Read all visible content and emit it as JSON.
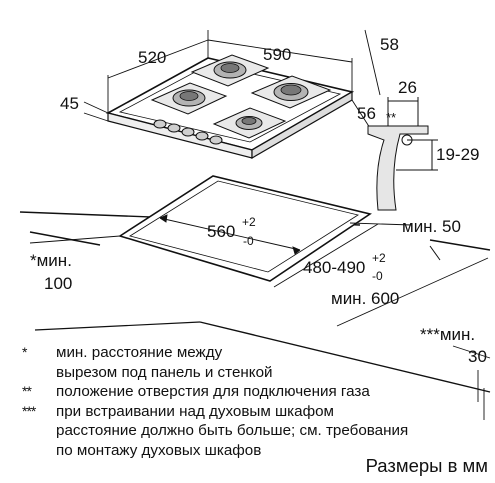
{
  "dimensions": {
    "width_520": "520",
    "width_590": "590",
    "depth_58": "58",
    "height_45": "45",
    "side_56": "56",
    "gas_26": "26",
    "gas_stars": "**",
    "gas_19_29": "19-29",
    "cutout_560": "560",
    "cutout_560_tol_plus": "+2",
    "cutout_560_tol_minus": "-0",
    "cutout_480_490": "480-490",
    "cutout_480_tol_plus": "+2",
    "cutout_480_tol_minus": "-0",
    "min_50": "мин. 50",
    "min_100_label": "*мин.",
    "min_100_value": "100",
    "min_600": "мин. 600",
    "min_30_label": "***мин.",
    "min_30_value": "30"
  },
  "notes": [
    {
      "mark": "*",
      "lines": [
        "мин. расстояние между",
        "вырезом под панель и стенкой"
      ]
    },
    {
      "mark": "**",
      "lines": [
        "положение отверстия для подключения газа"
      ]
    },
    {
      "mark": "***",
      "lines": [
        "при встраивании над духовым шкафом",
        "расстояние должно быть больше; см. требования",
        "по монтажу духовых шкафов"
      ]
    }
  ],
  "units_caption": "Размеры в мм"
}
